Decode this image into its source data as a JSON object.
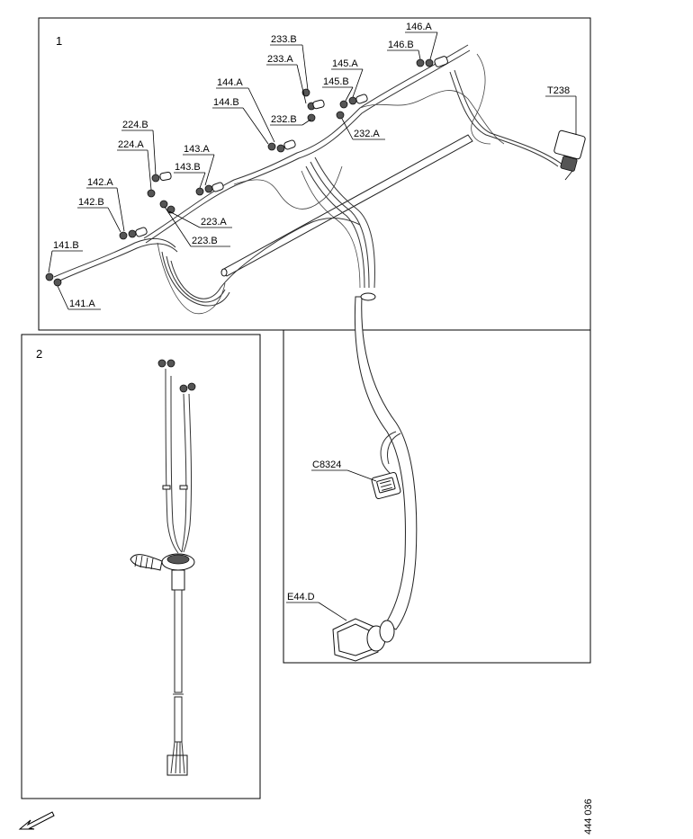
{
  "panels": {
    "panel1": {
      "number": "1"
    },
    "panel2": {
      "number": "2"
    }
  },
  "labels": {
    "l146A": "146.A",
    "l146B": "146.B",
    "l233B": "233.B",
    "l233A": "233.A",
    "l145A": "145.A",
    "l145B": "145.B",
    "lT238": "T238",
    "l144A": "144.A",
    "l144B": "144.B",
    "l232B": "232.B",
    "l232A": "232.A",
    "l224B": "224.B",
    "l224A": "224.A",
    "l143A": "143.A",
    "l143B": "143.B",
    "l142A": "142.A",
    "l142B": "142.B",
    "l223A": "223.A",
    "l223B": "223.B",
    "l141B": "141.B",
    "l141A": "141.A",
    "lC8324": "C8324",
    "lE44D": "E44.D"
  },
  "figure_number": "444 036",
  "icons": {
    "direction_arrow": "arrow-down-left-icon"
  }
}
